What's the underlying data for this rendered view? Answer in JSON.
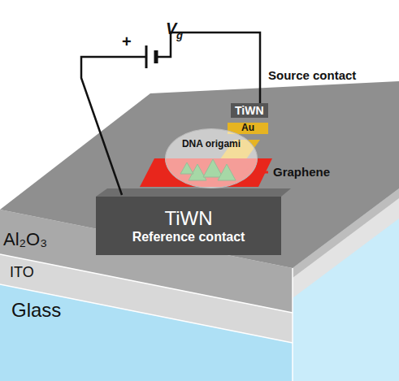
{
  "diagram": {
    "nodes": [
      {
        "text": [
          "Al₂O₃"
        ]
      },
      {
        "text": [
          "ITO"
        ]
      },
      {
        "text": [
          "Glass"
        ]
      },
      {
        "text": [
          "TiWN",
          "Reference contact"
        ]
      },
      {
        "text": [
          "TiWN"
        ]
      },
      {
        "text": [
          "Au"
        ]
      },
      {
        "text": [
          "DNA origami"
        ]
      }
    ],
    "labels": [
      "V",
      "g",
      "+",
      "Source contact",
      "Graphene"
    ]
  }
}
